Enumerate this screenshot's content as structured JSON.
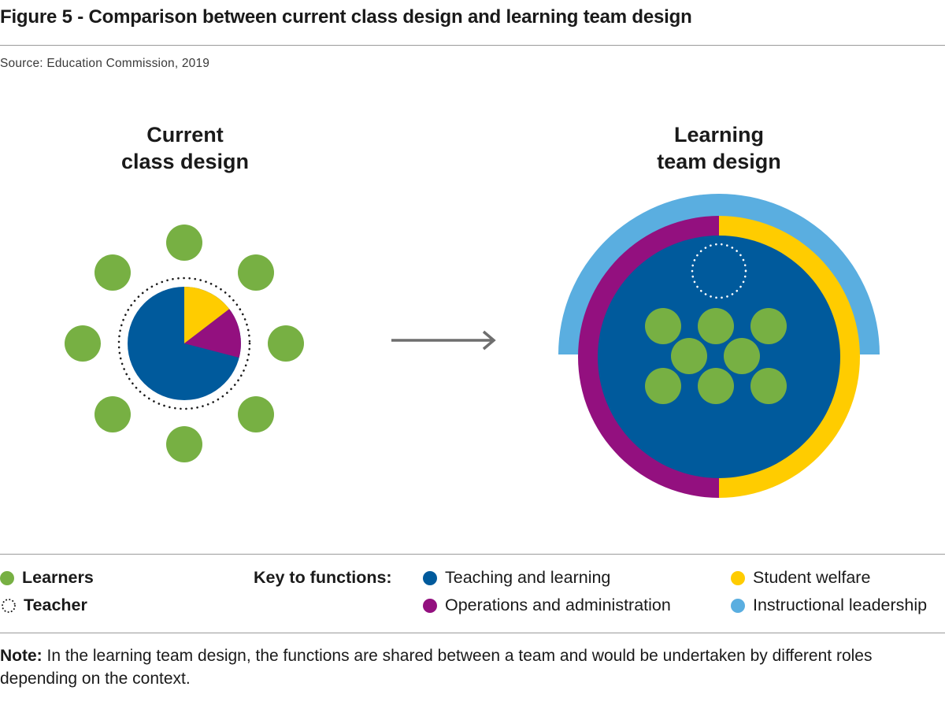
{
  "figure": {
    "title": "Figure 5 - Comparison between current class design and learning team design",
    "source": "Source: Education Commission, 2019"
  },
  "left_panel": {
    "heading_line1": "Current",
    "heading_line2": "class design"
  },
  "right_panel": {
    "heading_line1": "Learning",
    "heading_line2": "team design"
  },
  "legend": {
    "learners_label": "Learners",
    "teacher_label": "Teacher",
    "key_title": "Key to functions:",
    "functions": [
      {
        "label": "Teaching and learning",
        "color": "#005a9c"
      },
      {
        "label": "Operations and administration",
        "color": "#93107f"
      },
      {
        "label": "Student welfare",
        "color": "#ffcc00"
      },
      {
        "label": "Instructional leadership",
        "color": "#5aaee0"
      }
    ],
    "learner_color": "#77b043"
  },
  "note": {
    "label": "Note:",
    "text": " In the learning team design, the functions are shared between a team and would be undertaken by different roles depending on the context."
  },
  "icons": [
    "learner-dot-icon",
    "teacher-dotted-circle-icon",
    "arrow-right-icon"
  ]
}
